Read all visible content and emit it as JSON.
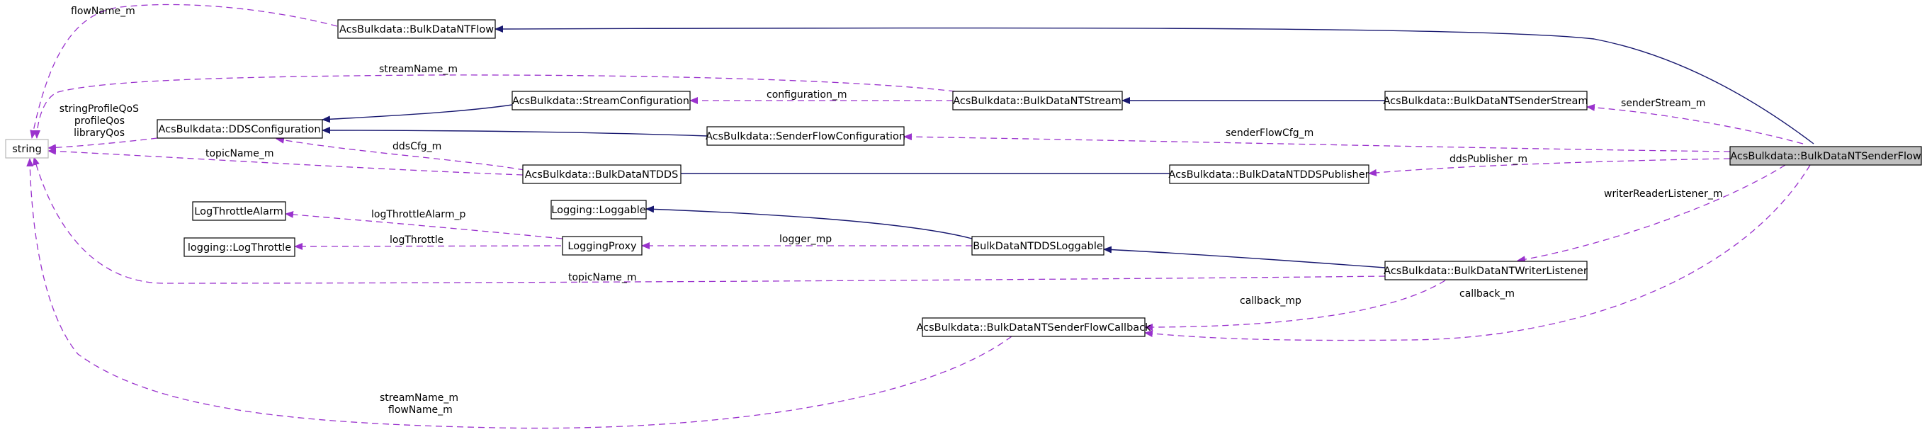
{
  "diagram": {
    "colors": {
      "inheritance": "#191970",
      "usage": "#9a32cd",
      "focus_fill": "#bfbfbf",
      "text": "#000000"
    },
    "nodes": {
      "bulkdatantflow": "AcsBulkdata::BulkDataNTFlow",
      "string": "string",
      "ddsconfiguration": "AcsBulkdata::DDSConfiguration",
      "streamconfiguration": "AcsBulkdata::StreamConfiguration",
      "bulkdatantstream": "AcsBulkdata::BulkDataNTStream",
      "bulkdatantsenderstream": "AcsBulkdata::BulkDataNTSenderStream",
      "senderflowconfiguration": "AcsBulkdata::SenderFlowConfiguration",
      "bulkdatantsenderflow": "AcsBulkdata::BulkDataNTSenderFlow",
      "bulkdatantdds": "AcsBulkdata::BulkDataNTDDS",
      "bulkdatantddspublisher": "AcsBulkdata::BulkDataNTDDSPublisher",
      "logging_loggable": "Logging::Loggable",
      "logthrottlealarm": "LogThrottleAlarm",
      "loggingproxy": "LoggingProxy",
      "logthrottle": "logging::LogThrottle",
      "bulkdatantddsloggable": "BulkDataNTDDSLoggable",
      "bulkdatantwriterlistener": "AcsBulkdata::BulkDataNTWriterListener",
      "bulkdatantsenderflowcallback": "AcsBulkdata::BulkDataNTSenderFlowCallback"
    },
    "edge_labels": {
      "flowname_m": "flowName_m",
      "streamname_m": "streamName_m",
      "stringprofileqos": "stringProfileQoS",
      "profileqos": "profileQos",
      "libraryqos": "libraryQos",
      "configuration_m": "configuration_m",
      "senderstream_m": "senderStream_m",
      "senderflowcfg_m": "senderFlowCfg_m",
      "topicname_m_dds": "topicName_m",
      "ddscfg_m": "ddsCfg_m",
      "ddspublisher_m": "ddsPublisher_m",
      "logthrottlealarm_p": "logThrottleAlarm_p",
      "logger_mp": "logger_mp",
      "logthrottle": "logThrottle",
      "writerreaderlistener_m": "writerReaderListener_m",
      "topicname_m_listener": "topicName_m",
      "callback_mp": "callback_mp",
      "callback_m": "callback_m",
      "streamname_m_bottom": "streamName_m",
      "flowname_m_bottom": "flowName_m"
    }
  }
}
